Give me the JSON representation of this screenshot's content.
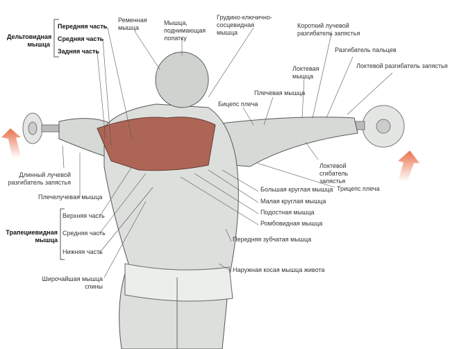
{
  "deltoid": {
    "title": "Дельтовидная мышца",
    "parts": [
      "Передняя часть",
      "Средняя часть",
      "Задняя часть"
    ]
  },
  "trapezius": {
    "title": "Трапециевидная мышца",
    "parts": [
      "Верхняя часть",
      "Средняя часть",
      "Нижняя часть"
    ]
  },
  "labels": {
    "splenius": "Ременная мышца",
    "levator": "Мышца, поднимающая лопатку",
    "scm": "Грудино-ключично-сосцевидная мышца",
    "ecrb": "Короткий лучевой разгибатель запястья",
    "extensor_digitorum": "Разгибатель пальцев",
    "anconeus": "Локтевая мышца",
    "ecu": "Локтевой разгибатель запястья",
    "brachialis": "Плечевая мышца",
    "biceps": "Бицепс плеча",
    "fcu": "Локтевой сгибатель запястья",
    "triceps": "Трицепс плеча",
    "teres_major": "Большая круглая мышца",
    "teres_minor": "Малая круглая мышца",
    "infraspinatus": "Подостная мышца",
    "rhomboid": "Ромбовидная мышца",
    "serratus": "Передняя зубчатая мышца",
    "oblique": "Наружная косая мышца живота",
    "ecrl": "Длинный лучевой разгибатель запястья",
    "brachioradialis": "Плечелучевая мышца",
    "latissimus": "Широчайшая мышца спины"
  },
  "colors": {
    "arrow": "#e8704a",
    "muscle": "#a85a48",
    "skin": "#d8dcd8"
  }
}
